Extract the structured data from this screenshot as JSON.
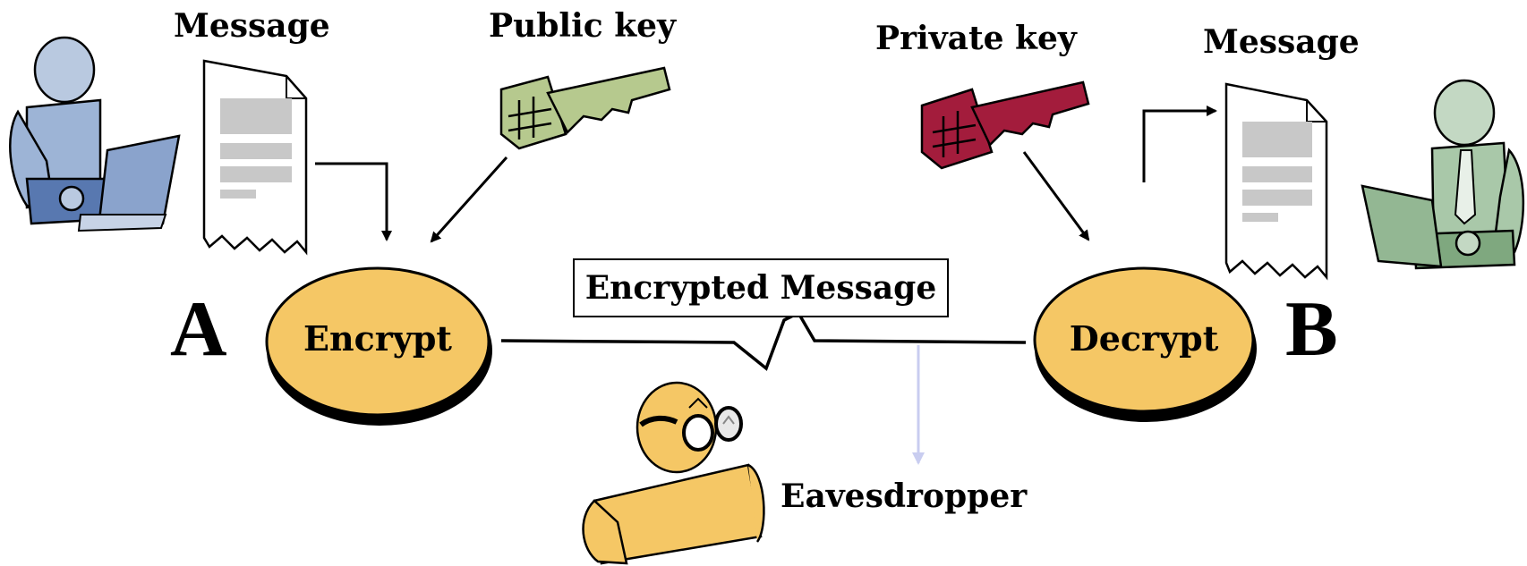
{
  "labels": {
    "message_a": "Message",
    "public_key": "Public key",
    "private_key": "Private key",
    "message_b": "Message",
    "party_a": "A",
    "party_b": "B",
    "encrypt": "Encrypt",
    "decrypt": "Decrypt",
    "encrypted_message": "Encrypted Message",
    "eavesdropper": "Eavesdropper"
  },
  "colors": {
    "disk_fill": "#f5c765",
    "user_a": "#9db4d6",
    "user_b": "#a9c8a9",
    "public_key": "#b6c98e",
    "private_key": "#a31c3c",
    "eavesdropper": "#f5c765",
    "eavesdrop_arrow": "#c9cdf0"
  },
  "icons": [
    "user-with-laptop-icon",
    "document-icon",
    "key-icon",
    "eavesdropper-icon"
  ]
}
